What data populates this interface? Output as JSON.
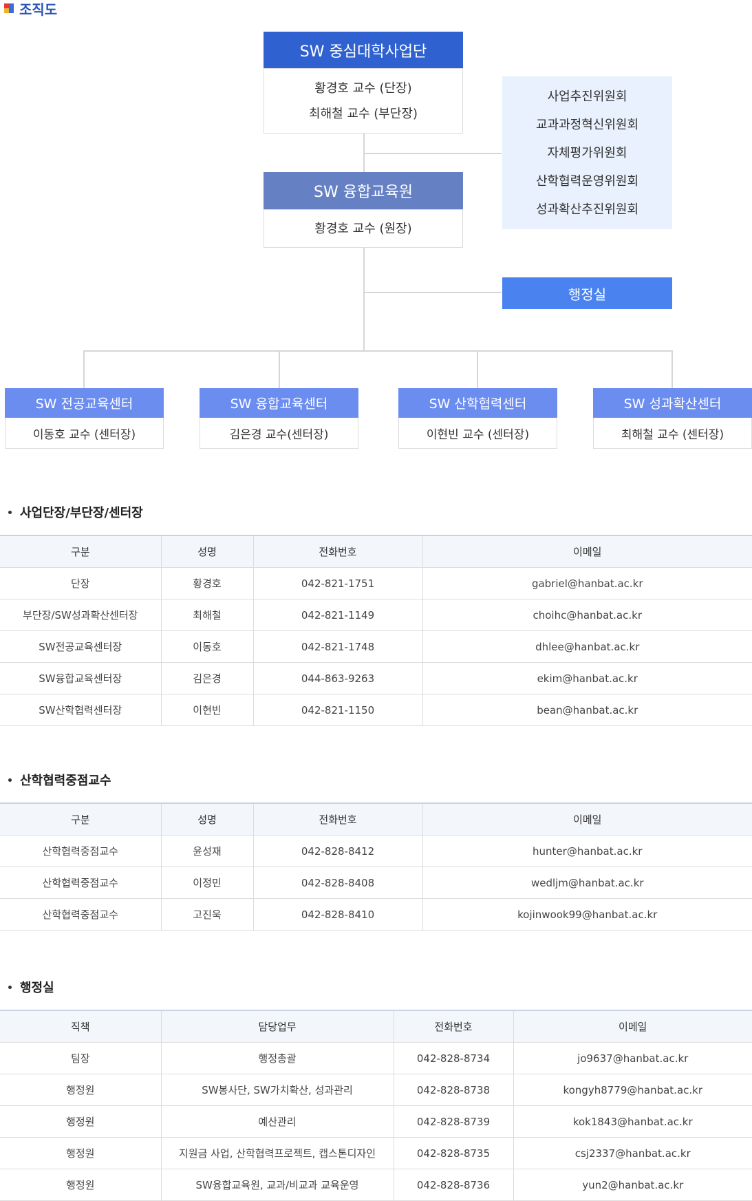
{
  "header": {
    "title": "조직도"
  },
  "org": {
    "main": {
      "title": "SW 중심대학사업단",
      "lines": [
        "황경호 교수 (단장)",
        "최해철 교수 (부단장)"
      ]
    },
    "committees": [
      "사업추진위원회",
      "교과과정혁신위원회",
      "자체평가위원회",
      "산학협력운영위원회",
      "성과확산추진위원회"
    ],
    "institute": {
      "title": "SW 융합교육원",
      "lines": [
        "황경호 교수 (원장)"
      ]
    },
    "admin": "행정실",
    "centers": [
      {
        "title": "SW 전공교육센터",
        "head": "이동호 교수 (센터장)"
      },
      {
        "title": "SW 융합교육센터",
        "head": "김은경 교수(센터장)"
      },
      {
        "title": "SW 산학협력센터",
        "head": "이현빈 교수 (센터장)"
      },
      {
        "title": "SW 성과확산센터",
        "head": "최해철 교수 (센터장)"
      }
    ]
  },
  "sections": [
    {
      "title": "사업단장/부단장/센터장",
      "headers": [
        "구분",
        "성명",
        "전화번호",
        "이메일"
      ],
      "rows": [
        [
          "단장",
          "황경호",
          "042-821-1751",
          "gabriel@hanbat.ac.kr"
        ],
        [
          "부단장/SW성과확산센터장",
          "최해철",
          "042-821-1149",
          "choihc@hanbat.ac.kr"
        ],
        [
          "SW전공교육센터장",
          "이동호",
          "042-821-1748",
          "dhlee@hanbat.ac.kr"
        ],
        [
          "SW융합교육센터장",
          "김은경",
          "044-863-9263",
          "ekim@hanbat.ac.kr"
        ],
        [
          "SW산학협력센터장",
          "이현빈",
          "042-821-1150",
          "bean@hanbat.ac.kr"
        ]
      ]
    },
    {
      "title": "산학협력중점교수",
      "headers": [
        "구분",
        "성명",
        "전화번호",
        "이메일"
      ],
      "rows": [
        [
          "산학협력중점교수",
          "윤성재",
          "042-828-8412",
          "hunter@hanbat.ac.kr"
        ],
        [
          "산학협력중점교수",
          "이정민",
          "042-828-8408",
          "wedljm@hanbat.ac.kr"
        ],
        [
          "산학협력중점교수",
          "고진욱",
          "042-828-8410",
          "kojinwook99@hanbat.ac.kr"
        ]
      ]
    },
    {
      "title": "행정실",
      "headers": [
        "직책",
        "담당업무",
        "전화번호",
        "이메일"
      ],
      "rows": [
        [
          "팀장",
          "행정총괄",
          "042-828-8734",
          "jo9637@hanbat.ac.kr"
        ],
        [
          "행정원",
          "SW봉사단, SW가치확산, 성과관리",
          "042-828-8738",
          "kongyh8779@hanbat.ac.kr"
        ],
        [
          "행정원",
          "예산관리",
          "042-828-8739",
          "kok1843@hanbat.ac.kr"
        ],
        [
          "행정원",
          "지원금 사업, 산학협력프로젝트, 캡스톤디자인",
          "042-828-8735",
          "csj2337@hanbat.ac.kr"
        ],
        [
          "행정원",
          "SW융합교육원, 교과/비교과 교육운영",
          "042-828-8736",
          "yun2@hanbat.ac.kr"
        ]
      ]
    }
  ]
}
